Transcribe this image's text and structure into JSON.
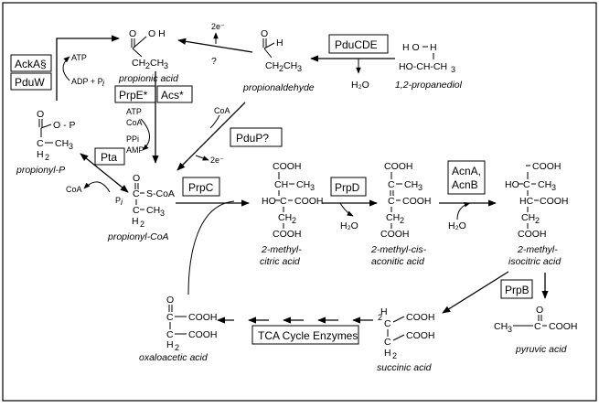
{
  "compounds": {
    "propionic_acid": "propionic acid",
    "propionaldehyde": "propionaldehyde",
    "propanediol": "1,2-propanediol",
    "propionyl_p": "propionyl-P",
    "propionyl_coa": "propionyl-CoA",
    "methylcitric_l1": "2-methyl-",
    "methylcitric_l2": "citric acid",
    "cisaconitic_l1": "2-methyl-cis-",
    "cisaconitic_l2": "aconitic acid",
    "isocitric_l1": "2-methyl-",
    "isocitric_l2": "isocitric acid",
    "oxaloacetic": "oxaloacetic acid",
    "succinic": "succinic acid",
    "pyruvic": "pyruvic acid"
  },
  "enzymes": {
    "ackA": "AckA§",
    "pduW": "PduW",
    "prpE": "PrpE*",
    "acs": "Acs*",
    "pduCDE": "PduCDE",
    "pduP": "PduP?",
    "pta": "Pta",
    "prpC": "PrpC",
    "prpD": "PrpD",
    "acnA": "AcnA,",
    "acnB": "AcnB",
    "prpB": "PrpB",
    "tca": "TCA Cycle Enzymes"
  },
  "cofactors": {
    "atp": "ATP",
    "adp_pi": "ADP + P",
    "atp2": "ATP",
    "coa": "CoA",
    "ppi": "PPi",
    "amp": "AMP",
    "coa_top": "CoA",
    "e_top": "2e⁻",
    "question": "?",
    "e_mid": "2e⁻",
    "coa_left": "CoA",
    "pi_left": "P",
    "h2o_pdu": "H₂O",
    "h2o_prpd": "H₂O",
    "h2o_acn": "H₂O"
  }
}
